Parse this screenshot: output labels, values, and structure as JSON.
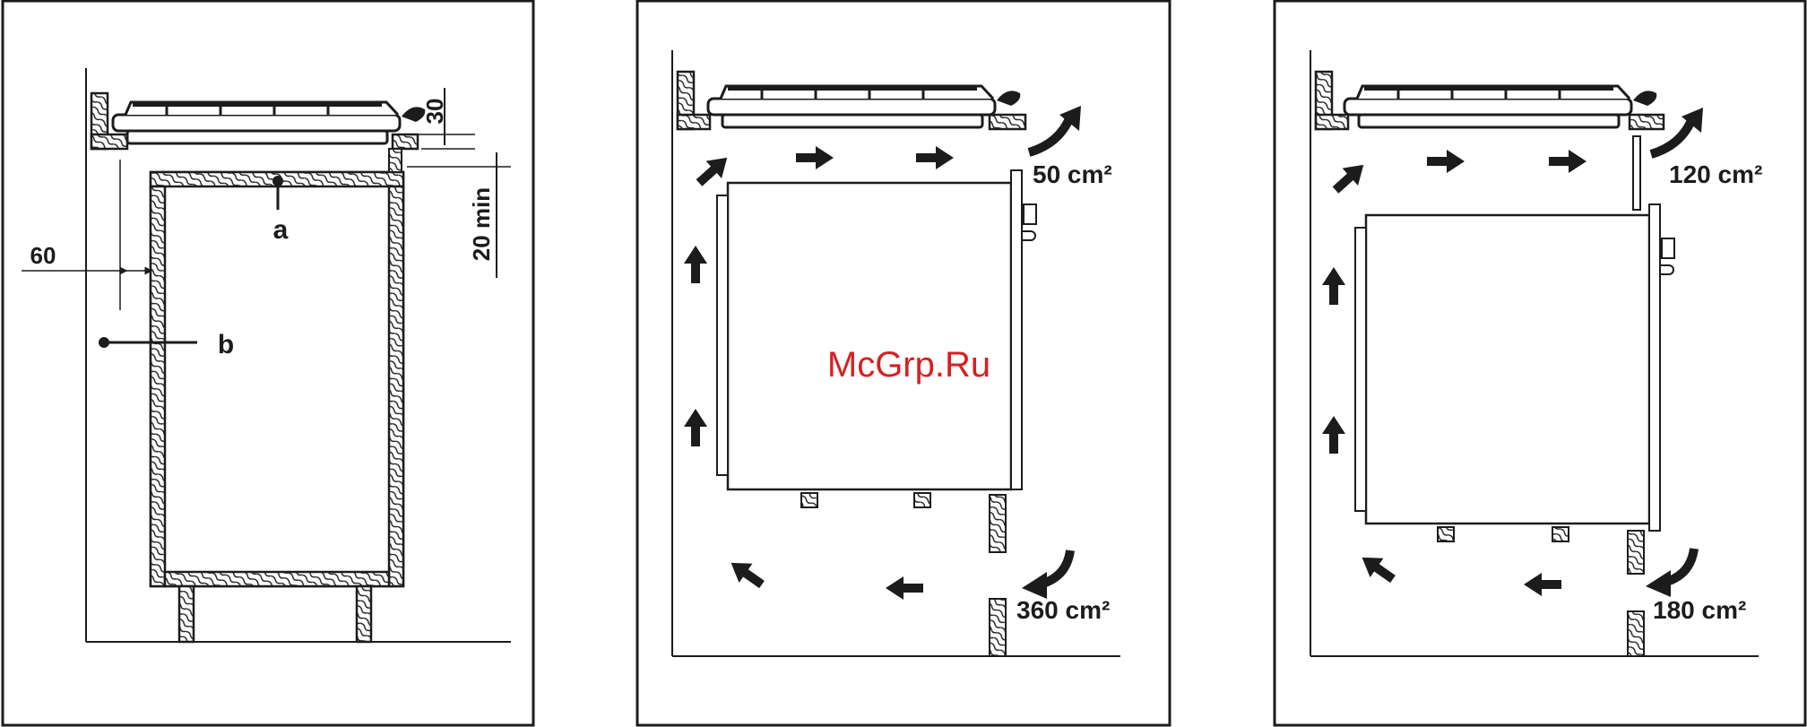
{
  "panel1": {
    "dim_top": "30",
    "dim_gap": "20 min",
    "dim_side": "60",
    "label_a": "a",
    "label_b": "b"
  },
  "panel2": {
    "vent_top": "50 cm²",
    "vent_bottom": "360 cm²"
  },
  "panel3": {
    "vent_top": "120 cm²",
    "vent_bottom": "180 cm²"
  },
  "watermark": "McGrp.Ru",
  "colors": {
    "ink": "#1c1c1c",
    "watermark": "#d62020",
    "background": "#ffffff"
  },
  "icons": [
    "airflow-arrow-icon",
    "curved-airflow-arrow-icon",
    "wood-hatch-pattern"
  ]
}
